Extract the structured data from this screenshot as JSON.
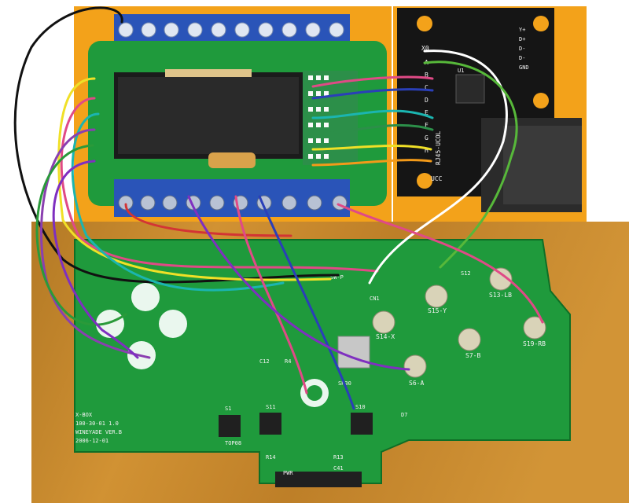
{
  "photo": {
    "colors": {
      "background": "#ffffff",
      "wood": "#c98a2c",
      "orange_photo": "#f3a21a",
      "pcb_green": "#1f9a3c",
      "pcb_dark": "#147a2e",
      "terminal_blue": "#2a54b8",
      "rs485_board": "#151515"
    },
    "terminal_board": {
      "chip_labels": []
    },
    "rs485_board": {
      "side_labels": [
        "Y+",
        "D+",
        "D-",
        "D-",
        "GND"
      ],
      "row_labels": [
        "X0",
        "A",
        "B",
        "C",
        "D",
        "E",
        "F",
        "G",
        "H"
      ],
      "module_label": "RJ45-UCOL",
      "bottom_label": "UCC",
      "part_label": "U1"
    },
    "controller_pcb": {
      "pad_labels": [
        "S15-Y",
        "S14-X",
        "S13-LB",
        "S19-RB",
        "S7-B",
        "S6-A",
        "S12"
      ],
      "part_labels": [
        "SW-P",
        "CN1",
        "C12",
        "R4",
        "SR30",
        "D7",
        "S11",
        "S10",
        "S1",
        "R13",
        "R14",
        "C41",
        "PWR",
        "TOP08"
      ],
      "model_text": [
        "X-BOX",
        "100-30-01 1.0",
        "WINEYADE VER.B",
        "2006-12-01"
      ]
    }
  }
}
